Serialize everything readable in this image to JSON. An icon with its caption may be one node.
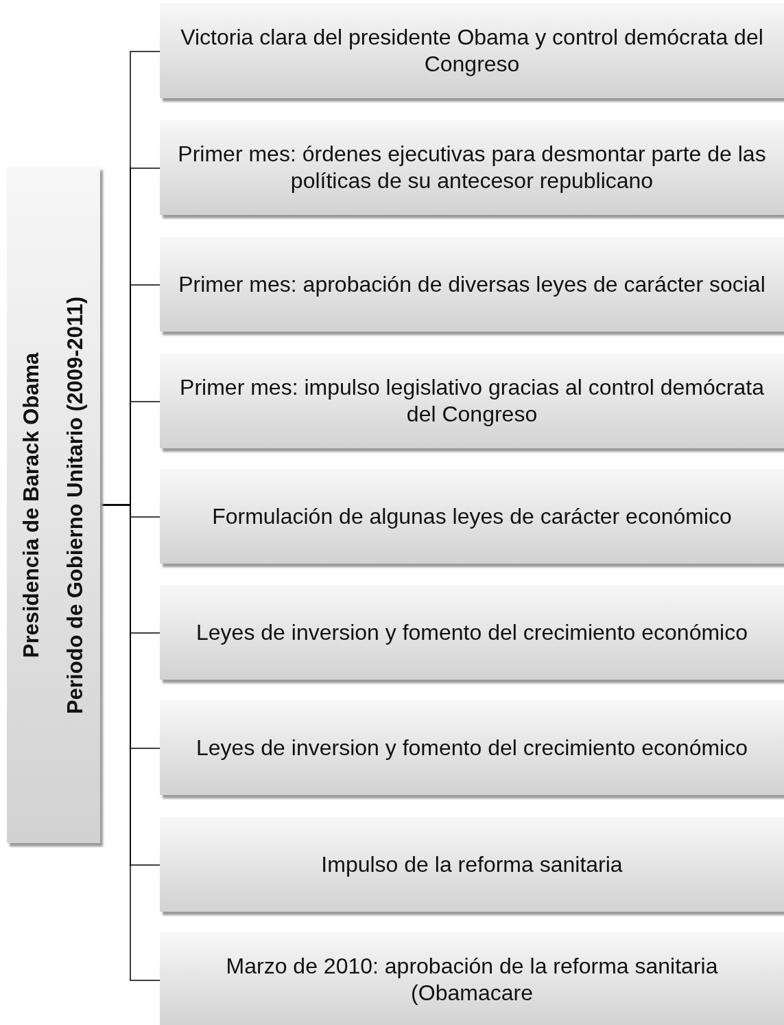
{
  "diagram": {
    "nodes": [
      {
        "text": [
          "Presidencia de Barack Obama",
          "Periodo de Gobierno Unitario (2009-2011)"
        ]
      },
      {
        "text": [
          "Victoria clara del presidente Obama y control demócrata del Congreso"
        ]
      },
      {
        "text": [
          "Primer mes: órdenes ejecutivas para desmontar parte de las políticas de su antecesor republicano"
        ]
      },
      {
        "text": [
          "Primer mes: aprobación de diversas leyes de carácter social"
        ]
      },
      {
        "text": [
          "Primer mes: impulso legislativo gracias al control demócrata del Congreso"
        ]
      },
      {
        "text": [
          "Formulación de algunas leyes de carácter económico"
        ]
      },
      {
        "text": [
          "Leyes de inversion y fomento del crecimiento económico"
        ]
      },
      {
        "text": [
          "Leyes de inversion y fomento del crecimiento económico"
        ]
      },
      {
        "text": [
          "Impulso de la reforma sanitaria"
        ]
      },
      {
        "text": [
          "Marzo de 2010: aprobación de la reforma sanitaria (Obamacare"
        ]
      }
    ],
    "edges": [
      {
        "from": 0,
        "to": 1,
        "arrow": "none"
      },
      {
        "from": 0,
        "to": 2,
        "arrow": "none"
      },
      {
        "from": 0,
        "to": 3,
        "arrow": "none"
      },
      {
        "from": 0,
        "to": 4,
        "arrow": "none"
      },
      {
        "from": 0,
        "to": 5,
        "arrow": "none"
      },
      {
        "from": 0,
        "to": 6,
        "arrow": "none"
      },
      {
        "from": 0,
        "to": 7,
        "arrow": "none"
      },
      {
        "from": 0,
        "to": 8,
        "arrow": "none"
      },
      {
        "from": 0,
        "to": 9,
        "arrow": "none"
      }
    ]
  }
}
